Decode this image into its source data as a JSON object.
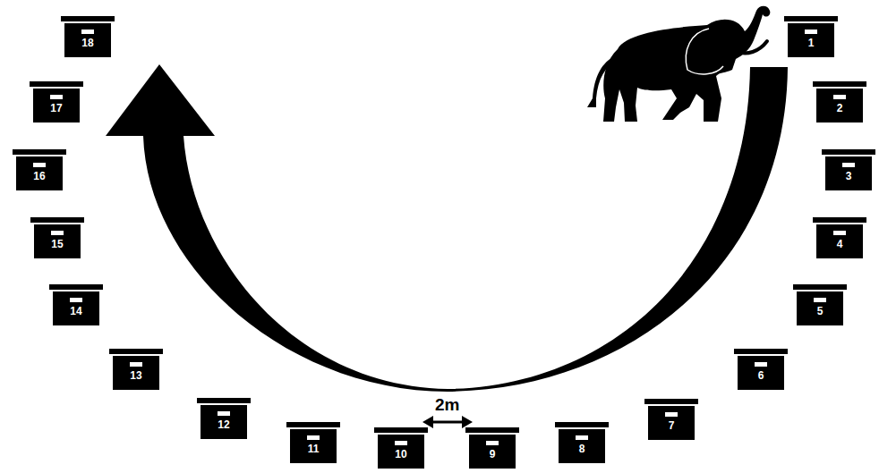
{
  "diagram": {
    "nodes": [
      {
        "text": [
          "1"
        ]
      },
      {
        "text": [
          "2"
        ]
      },
      {
        "text": [
          "3"
        ]
      },
      {
        "text": [
          "4"
        ]
      },
      {
        "text": [
          "5"
        ]
      },
      {
        "text": [
          "6"
        ]
      },
      {
        "text": [
          "7"
        ]
      },
      {
        "text": [
          "8"
        ]
      },
      {
        "text": [
          "9"
        ]
      },
      {
        "text": [
          "10"
        ]
      },
      {
        "text": [
          "11"
        ]
      },
      {
        "text": [
          "12"
        ]
      },
      {
        "text": [
          "13"
        ]
      },
      {
        "text": [
          "14"
        ]
      },
      {
        "text": [
          "15"
        ]
      },
      {
        "text": [
          "16"
        ]
      },
      {
        "text": [
          "17"
        ]
      },
      {
        "text": [
          "18"
        ]
      }
    ],
    "labels": [
      "2m"
    ]
  }
}
